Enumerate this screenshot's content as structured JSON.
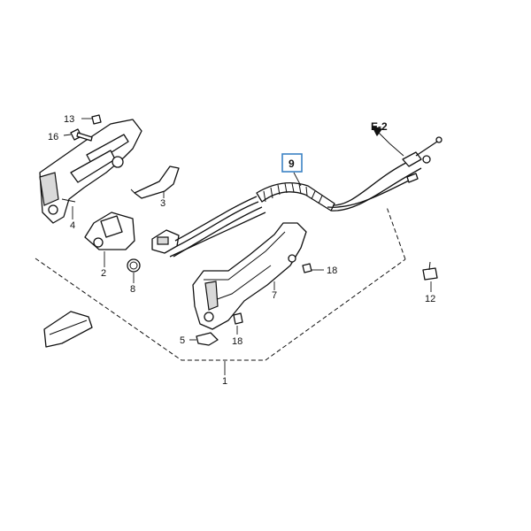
{
  "callouts": {
    "p1": "1",
    "p2": "2",
    "p3": "3",
    "p4": "4",
    "p5": "5",
    "p7": "7",
    "p8": "8",
    "p9": "9",
    "p12": "12",
    "p13": "13",
    "p16": "16",
    "p18a": "18",
    "p18b": "18"
  },
  "reference": {
    "label": "E-2"
  },
  "colors": {
    "highlight_box": "#3b82c4",
    "ink": "#111111"
  }
}
